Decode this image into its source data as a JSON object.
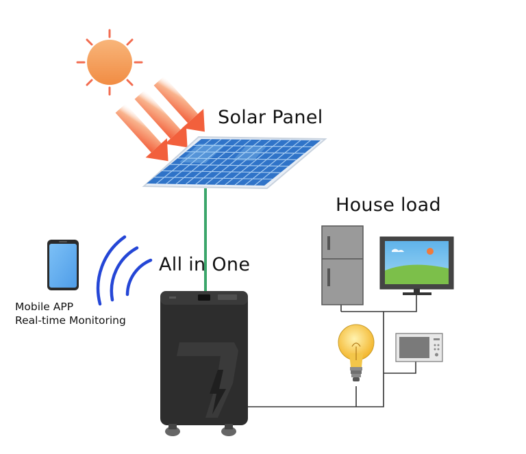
{
  "labels": {
    "solar_panel": "Solar Panel",
    "house_load": "House load",
    "all_in_one": "All in One",
    "mobile_app_line1": "Mobile APP",
    "mobile_app_line2": "Real-time Monitoring"
  },
  "colors": {
    "sun": "#f5a25d",
    "sun_rays": "#f26b4f",
    "beam": "#f4734a",
    "panel": "#2f73c8",
    "cable_green": "#3aa56a",
    "inverter_body": "#2d2d2d",
    "wifi_waves": "#2446d6",
    "phone": "#5aa8f0",
    "fridge": "#9a9a9a",
    "bulb": "#f6c33a"
  },
  "icons": [
    "sun-icon",
    "solar-panel-icon",
    "phone-icon",
    "wifi-icon",
    "fridge-icon",
    "tv-icon",
    "light-bulb-icon",
    "microwave-icon"
  ]
}
